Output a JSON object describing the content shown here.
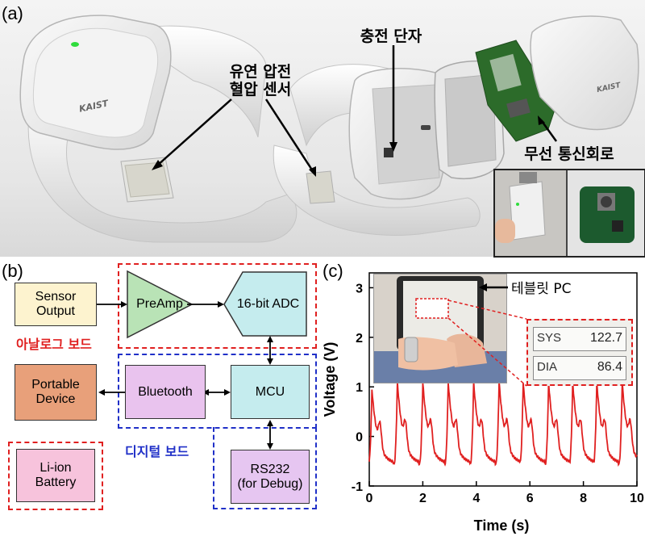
{
  "panels": {
    "a": "(a)",
    "b": "(b)",
    "c": "(c)"
  },
  "panel_a": {
    "label_sensor": [
      "유연 압전",
      "혈압 센서"
    ],
    "label_charge": "충전 단자",
    "label_wireless": "무선 통신회로",
    "logo_text": "KAIST"
  },
  "panel_b": {
    "sensor_output": [
      "Sensor",
      "Output"
    ],
    "preamp": "PreAmp",
    "adc": "16-bit ADC",
    "analog_board": "아날로그 보드",
    "portable_device": [
      "Portable",
      "Device"
    ],
    "bluetooth": "Bluetooth",
    "mcu": "MCU",
    "digital_board": "디지털 보드",
    "battery": [
      "Li-ion",
      "Battery"
    ],
    "rs232": [
      "RS232",
      "(for Debug)"
    ],
    "colors": {
      "red": "#e02020",
      "blue": "#2030c8",
      "sensor_fill": "#fdf3cf",
      "preamp_fill": "#b9e3b6",
      "adc_fill": "#c5ecee",
      "portable_fill": "#e8a07a",
      "bluetooth_fill": "#e9c3ee",
      "mcu_fill": "#c5ecee",
      "battery_fill": "#f7c3dc",
      "rs232_fill": "#e6c6f1"
    }
  },
  "panel_c": {
    "tablet_label": "테블릿 PC",
    "sys_label": "SYS",
    "sys_value": "122.7",
    "dia_label": "DIA",
    "dia_value": "86.4"
  },
  "chart_data": {
    "type": "line",
    "xlabel": "Time (s)",
    "ylabel": "Voltage (V)",
    "xlim": [
      0,
      10
    ],
    "ylim": [
      -1,
      3.3
    ],
    "xticks": [
      0,
      2,
      4,
      6,
      8,
      10
    ],
    "yticks": [
      -1,
      0,
      1,
      2,
      3
    ],
    "grid": false,
    "series": [
      {
        "color": "#e02020",
        "peaks": [
          0.1,
          1.05,
          2.0,
          2.95,
          3.9,
          4.85,
          5.75,
          6.7,
          7.6,
          8.5,
          9.45
        ],
        "peak_values": [
          0.95,
          1.1,
          1.1,
          1.1,
          1.1,
          1.12,
          1.1,
          1.1,
          1.1,
          1.1,
          1.1
        ],
        "trough_value": -0.55,
        "notch_value": 0.35
      }
    ]
  }
}
